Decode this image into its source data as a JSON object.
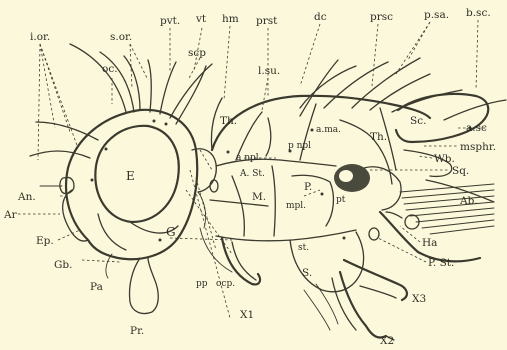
{
  "labels": {
    "ior": "i.or.",
    "sor": "s.or.",
    "pvt": "pvt.",
    "vt": "vt",
    "hm": "hm",
    "prst": "prst",
    "dc": "dc",
    "prsc": "prsc",
    "psa": "p.sa.",
    "bsc": "b.sc.",
    "oc": "oc.",
    "scp": "scp",
    "lsu": "l.su.",
    "asc": "a.sc",
    "msphr": "msphr.",
    "wb": "Wb.",
    "sq": "Sq.",
    "ab": "Ab.",
    "ha": "Ha",
    "pst": "P. St.",
    "x3": "X3",
    "x2": "X2",
    "x1": "X1",
    "s": "S.",
    "st": "st.",
    "pt": "pt",
    "p": "P.",
    "mpl": "mpl.",
    "m": "M.",
    "ast": "A. St.",
    "anpl": "a npl",
    "pnpl": "p npl",
    "ama": "a.ma.",
    "th1": "Th.",
    "th2": "Th.",
    "sc": "Sc.",
    "e": "E",
    "g": "G",
    "an": "An.",
    "ar": "Ar",
    "ep": "Ep.",
    "gb": "Gb.",
    "pa": "Pa",
    "pr": "Pr.",
    "pp": "pp",
    "ocp": "ocp."
  }
}
